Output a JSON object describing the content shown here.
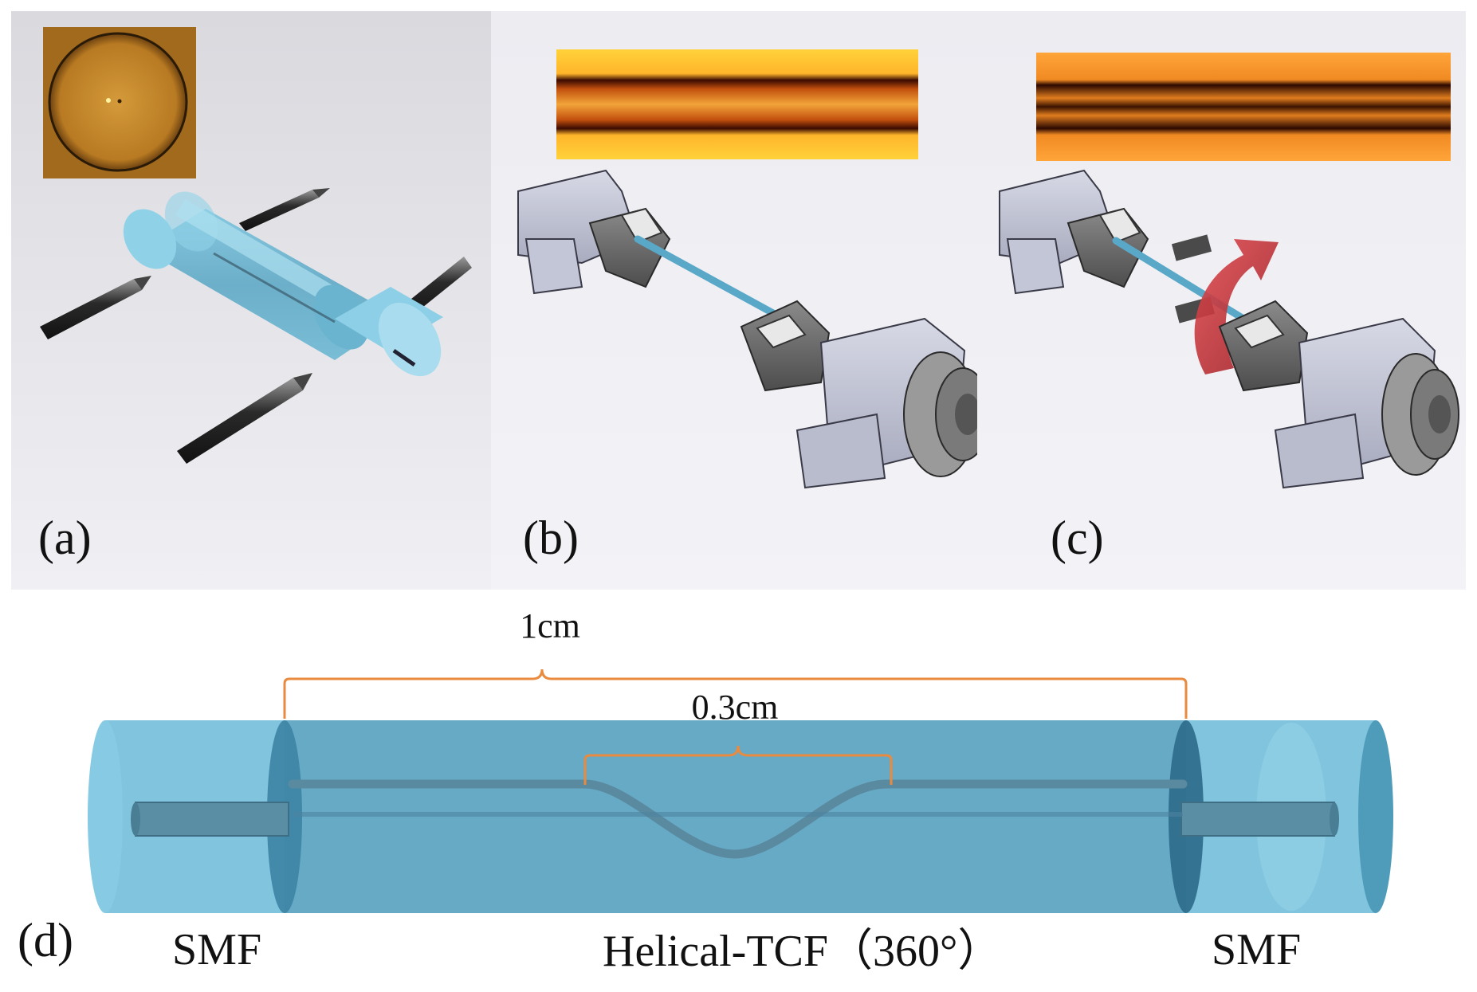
{
  "panels": {
    "a": {
      "label": "(a)"
    },
    "b": {
      "label": "(b)"
    },
    "c": {
      "label": "(c)"
    },
    "d": {
      "label": "(d)"
    }
  },
  "dimensions": {
    "outer": "1cm",
    "inner": "0.3cm"
  },
  "fiber_labels": {
    "left": "SMF",
    "middle": "Helical-TCF（360°）",
    "right": "SMF"
  },
  "colors": {
    "panel_bg": "#e9e9ee",
    "tube": "#7fc3dc",
    "fiber": "#5a8aa0",
    "bracket": "#e98a3e",
    "micrograph": "#f5a623",
    "twist_arrow": "#c8323a"
  }
}
